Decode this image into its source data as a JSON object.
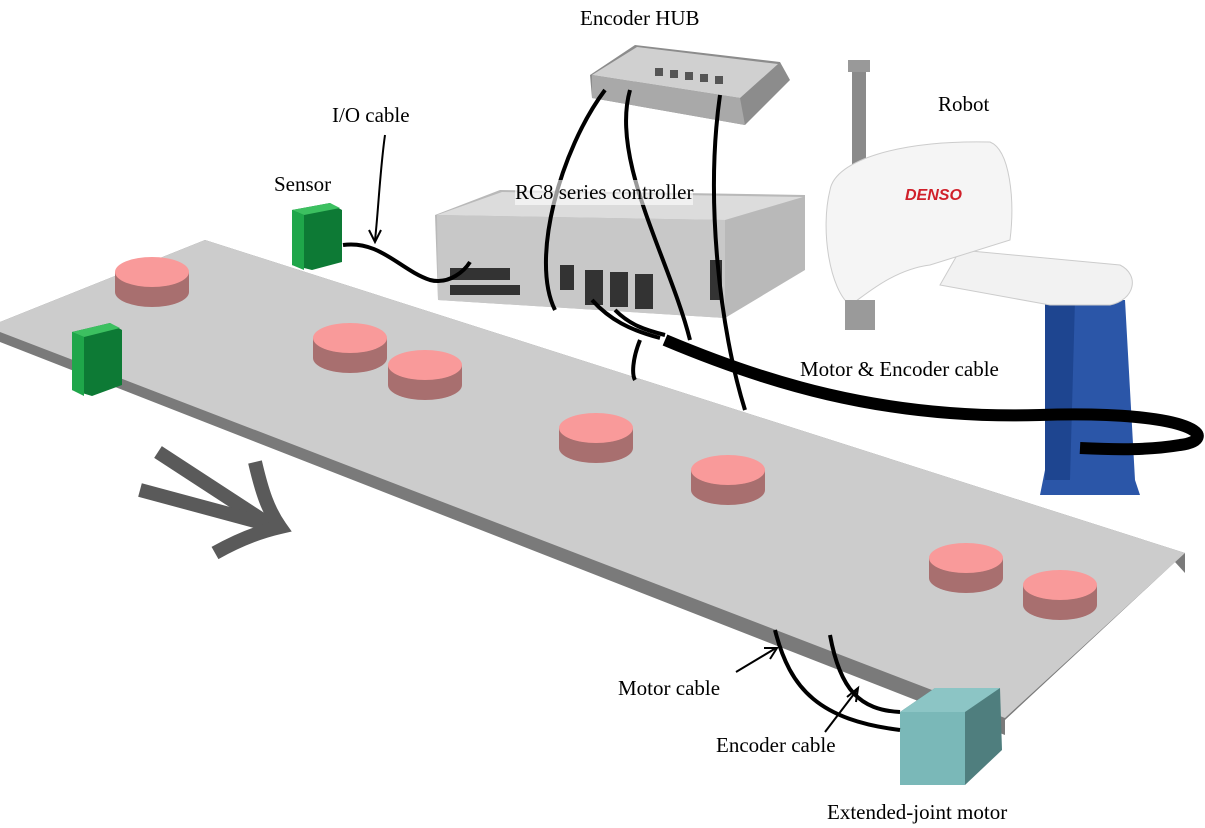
{
  "labels": {
    "encoder_hub": "Encoder HUB",
    "robot": "Robot",
    "io_cable": "I/O cable",
    "sensor": "Sensor",
    "controller": "RC8 series controller",
    "motor_encoder_cable": "Motor & Encoder cable",
    "motor_cable": "Motor cable",
    "encoder_cable": "Encoder cable",
    "extended_joint_motor": "Extended-joint motor"
  },
  "robot_logo": "DENSO",
  "colors": {
    "conveyor_top": "#cccccc",
    "conveyor_edge": "#7a7a7a",
    "workpiece_top": "#f99a9a",
    "workpiece_side": "#a86f6f",
    "sensor": "#1fa64a",
    "robot_base": "#2b56a8",
    "motor": "#7ab8b8",
    "logo": "#d0202a"
  }
}
